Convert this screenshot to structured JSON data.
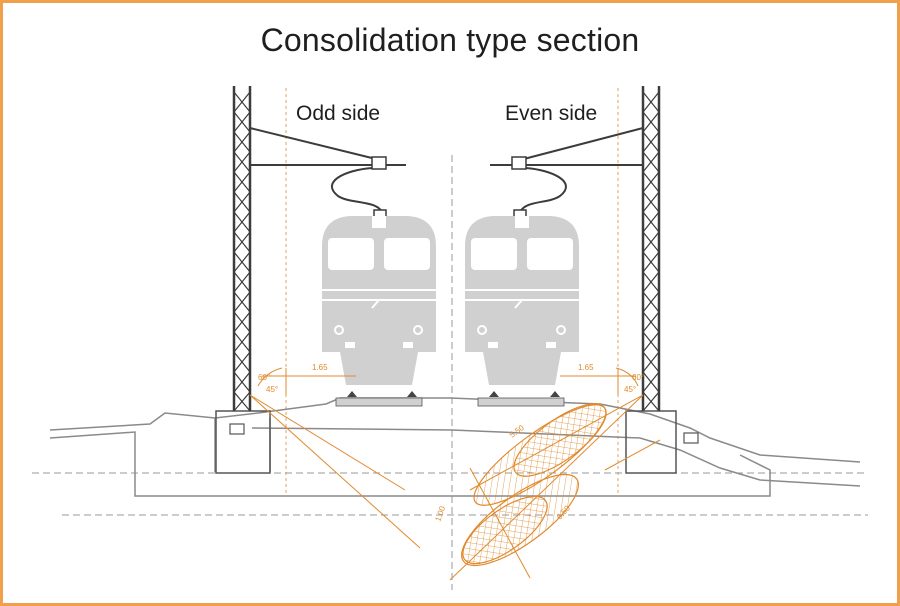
{
  "title": "Consolidation type section",
  "labels": {
    "odd_side": "Odd side",
    "even_side": "Even side"
  },
  "dimensions": {
    "left_offset": "1.65",
    "right_offset": "1.65",
    "left_angle_upper": "60°",
    "left_angle_lower": "45°",
    "right_angle_upper": "60°",
    "right_angle_lower": "45°",
    "zone_width": "1.00",
    "zone_length": "5.50",
    "zone_extent": "6.50"
  },
  "colors": {
    "frame": "#f0a04b",
    "accent": "#e08a2e",
    "structure": "#444444",
    "train": "#cfcfcf",
    "ground": "#8a8a8a"
  }
}
